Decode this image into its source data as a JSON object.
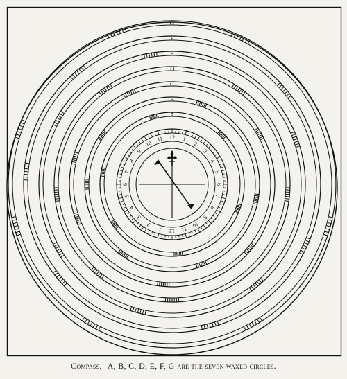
{
  "figure": {
    "ring_labels": [
      "A",
      "B",
      "C",
      "D",
      "E",
      "F",
      "G"
    ],
    "dial_numerals": [
      "12",
      "1",
      "2",
      "3",
      "4",
      "5",
      "6",
      "7",
      "8",
      "9",
      "10",
      "11"
    ],
    "ink_color": "#111111",
    "paper_color": "#f4f2ec"
  },
  "caption": {
    "lead": "Compass.",
    "letters": "A, B, C, D, E, F, G",
    "tail": "are the seven waxed circles."
  }
}
